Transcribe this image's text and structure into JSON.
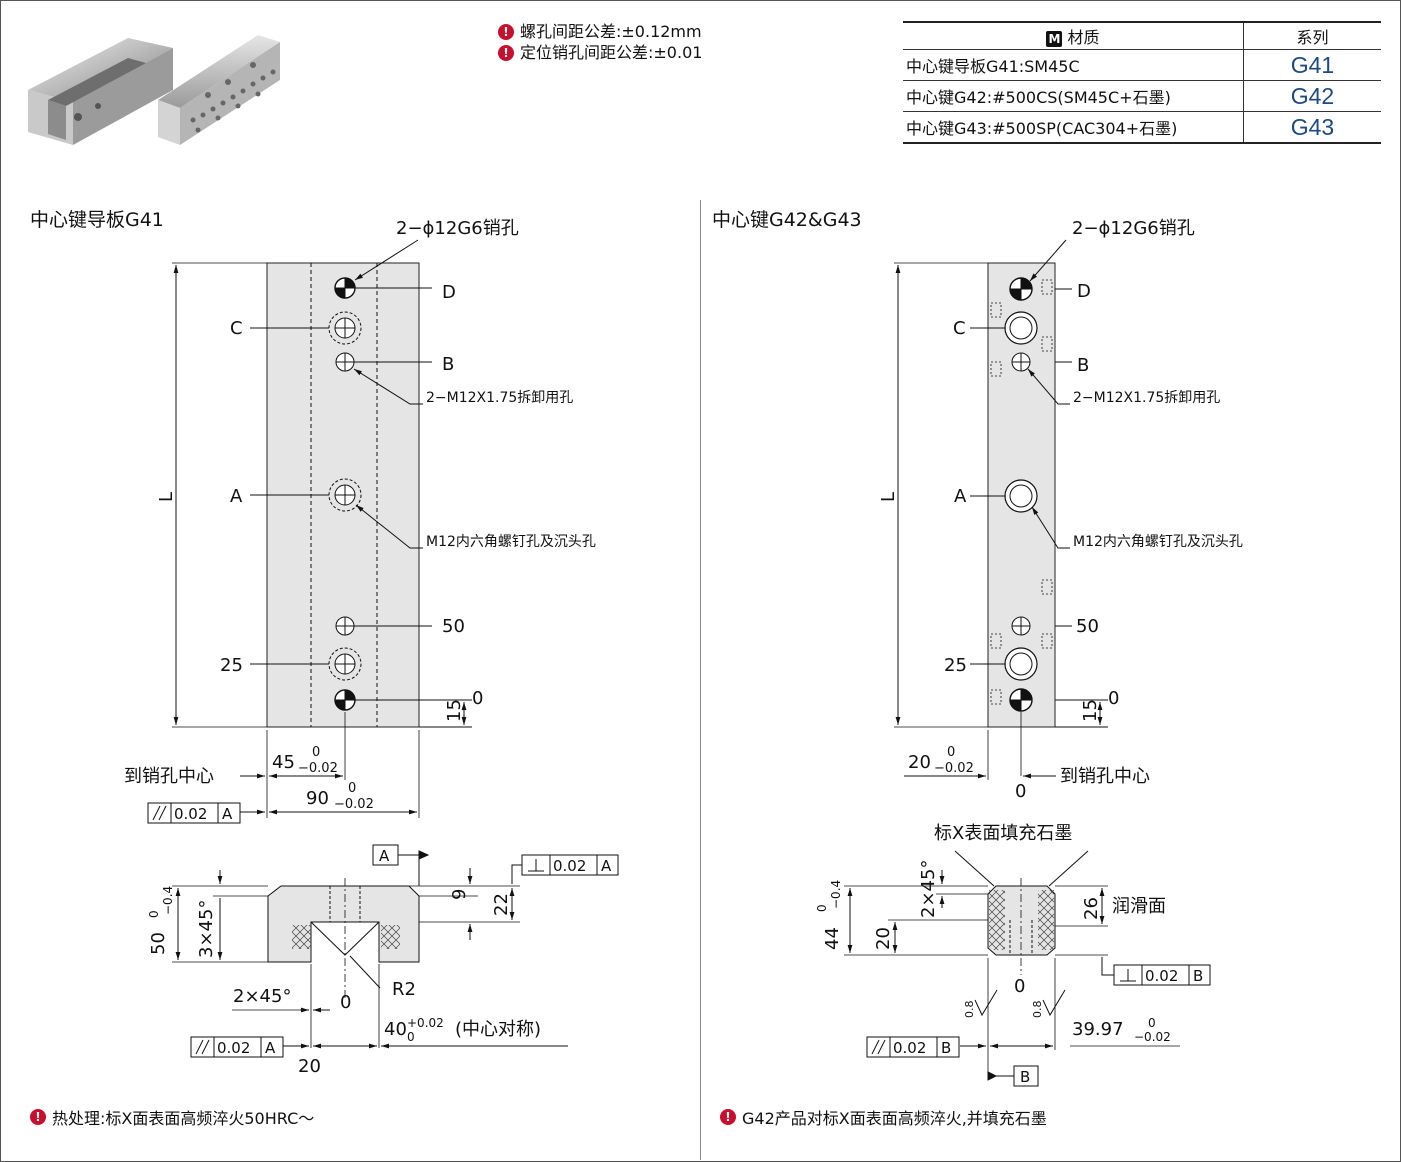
{
  "notes": [
    {
      "icon": "warning-icon",
      "text": "螺孔间距公差:±0.12mm"
    },
    {
      "icon": "warning-icon",
      "text": "定位销孔间距公差:±0.01"
    }
  ],
  "material_table": {
    "header_badge": "M",
    "header_material": "材质",
    "header_series": "系列",
    "rows": [
      {
        "material": "中心键导板G41:SM45C",
        "series": "G41"
      },
      {
        "material": "中心键G42:#500CS(SM45C+石墨)",
        "series": "G42"
      },
      {
        "material": "中心键G43:#500SP(CAC304+石墨)",
        "series": "G43"
      }
    ]
  },
  "left": {
    "title": "中心键导板G41",
    "pin_label": "2−ϕ12G6销孔",
    "m12_label": "2−M12X1.75拆卸用孔",
    "bolt_label": "M12内六角螺钉孔及沉头孔",
    "L": "L",
    "A": "A",
    "B": "B",
    "C": "C",
    "D": "D",
    "dim_50": "50",
    "dim_25": "25",
    "dim_0": "0",
    "dim_15": "15",
    "dim_45": "45",
    "dim_90": "90",
    "tol_upper": "0",
    "tol_lower": "−0.02",
    "to_pin": "到销孔中心",
    "fcf_parallel": "0.02",
    "fcf_datum": "A",
    "datum_a": "A",
    "perp_val": "0.02",
    "perp_datum": "A",
    "sec_50": "50",
    "sec_50_up": "0",
    "sec_50_low": "−0.4",
    "sec_3x45": "3×45°",
    "sec_9": "9",
    "sec_22": "22",
    "sec_2x45": "2×45°",
    "sec_0": "0",
    "sec_r2": "R2",
    "sec_40": "40",
    "sec_40_up": "+0.02",
    "sec_40_low": "0",
    "sec_40_note": "(中心对称)",
    "sec_20": "20",
    "sec_fcf_val": "0.02",
    "sec_fcf_datum": "A",
    "footnote": "热处理:标X面表面高频淬火50HRC〜"
  },
  "right": {
    "title": "中心键G42&G43",
    "pin_label": "2−ϕ12G6销孔",
    "m12_label": "2−M12X1.75拆卸用孔",
    "bolt_label": "M12内六角螺钉孔及沉头孔",
    "L": "L",
    "A": "A",
    "B": "B",
    "C": "C",
    "D": "D",
    "dim_50": "50",
    "dim_25": "25",
    "dim_0": "0",
    "dim_15": "15",
    "dim_20": "20",
    "tol_upper": "0",
    "tol_lower": "−0.02",
    "to_pin": "到销孔中心",
    "bottom_0": "0",
    "graphite_label": "标X表面填充石墨",
    "sec_44": "44",
    "sec_44_up": "0",
    "sec_44_low": "−0.4",
    "sec_2x45": "2×45°",
    "sec_20": "20",
    "sec_26": "26",
    "lube": "润滑面",
    "perp_val": "0.02",
    "perp_datum": "B",
    "sec_0": "0",
    "rough": "0.8",
    "sec_3997": "39.97",
    "sec_3997_up": "0",
    "sec_3997_low": "−0.02",
    "sec_fcf_val": "0.02",
    "sec_fcf_datum": "B",
    "datum_b": "B",
    "footnote": "G42产品对标X面表面高频淬火,并填充石墨"
  }
}
